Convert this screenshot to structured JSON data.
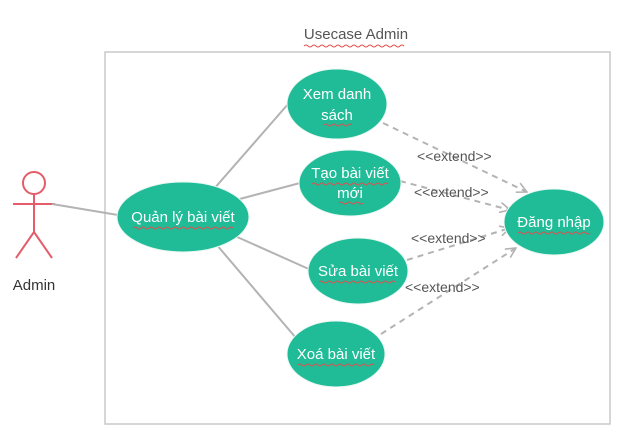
{
  "diagram": {
    "title": "Usecase Admin",
    "actor": {
      "label": "Admin"
    },
    "colors": {
      "usecase_fill": "#1fbc97",
      "actor_stroke": "#e45c6a",
      "line": "#b3b3b3",
      "boundary": "#c8c8c8",
      "spellcheck_underline": "#e05050"
    },
    "usecases": {
      "main": {
        "label_lines": [
          "Quản lý bài viết"
        ]
      },
      "view": {
        "label_lines": [
          "Xem danh",
          "sách"
        ]
      },
      "create": {
        "label_lines": [
          "Tạo bài viết",
          "mới"
        ]
      },
      "edit": {
        "label_lines": [
          "Sửa bài viết"
        ]
      },
      "delete": {
        "label_lines": [
          "Xoá bài viết"
        ]
      },
      "login": {
        "label_lines": [
          "Đăng nhập"
        ]
      }
    },
    "relations": {
      "extend_label": "<<extend>>"
    }
  }
}
